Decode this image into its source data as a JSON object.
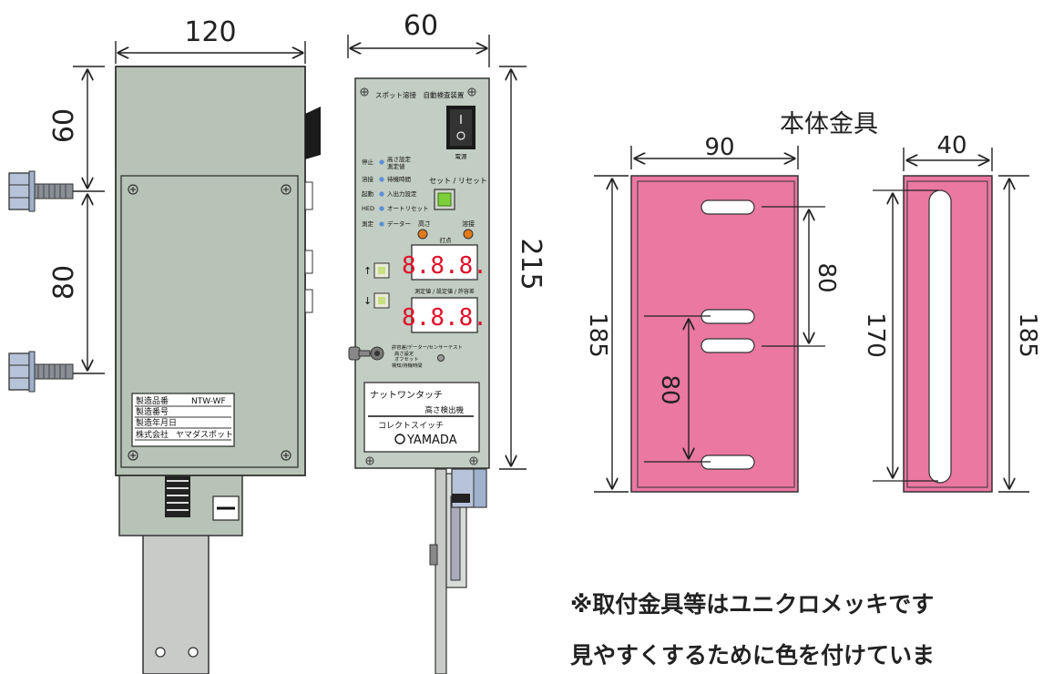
{
  "dimensions": {
    "main_width": "120",
    "main_top": "60",
    "main_pitch": "80",
    "panel_width": "60",
    "panel_height": "215",
    "bracket_width": "90",
    "bracket_height": "185",
    "bracket_slot_pitch_right": "80",
    "bracket_slot_pitch_left": "80",
    "side_width": "40",
    "side_slot_length": "170",
    "side_height": "185"
  },
  "label_plate": {
    "product_label": "製造品番",
    "product_value": "NTW-WF",
    "serial_label": "製造番号",
    "date_label": "製造年月日",
    "company_label": "株式会社",
    "company_value": "ヤマダスポット"
  },
  "panel": {
    "title": "スポット溶接　自動検査装置",
    "power_label": "電源",
    "set_reset_label": "セット / リセット",
    "indicators": [
      {
        "left": "停止",
        "right": "高さ設定"
      },
      {
        "left": "",
        "right": "測定値"
      },
      {
        "left": "溶接",
        "right": "待機時間"
      },
      {
        "left": "起動",
        "right": "入出力設定"
      },
      {
        "left": "HED",
        "right": "オートリセット"
      },
      {
        "left": "測定",
        "right": "データー"
      }
    ],
    "height_label": "高さ",
    "weld_label": "溶接",
    "hit_label": "打点",
    "display_top": "8.8.8.",
    "display_bottom": "8.8.8.",
    "mid_caption": "測定値 / 設定値 / 許容差",
    "up_arrow": "↑",
    "down_arrow": "↓",
    "switch_line1": "許容差/データー/センサーテスト",
    "switch_line2": "高さ設定",
    "switch_line3": "オフセット",
    "switch_line4": "検知/待機時間",
    "brand_line1": "ナットワンタッチ",
    "brand_line2": "高さ検出機",
    "brand_line3": "コレクトスイッチ",
    "brand_logo": "YAMADA"
  },
  "bracket_title": "本体金具",
  "notes": {
    "line1": "※取付金具等はユニクロメッキです",
    "line2": "見やすくするために色を付けていま"
  },
  "colors": {
    "housing": "#b7c3b6",
    "panel": "#c2cdc3",
    "bracket": "#ea78a1",
    "lcd_text": "#e0102a"
  }
}
